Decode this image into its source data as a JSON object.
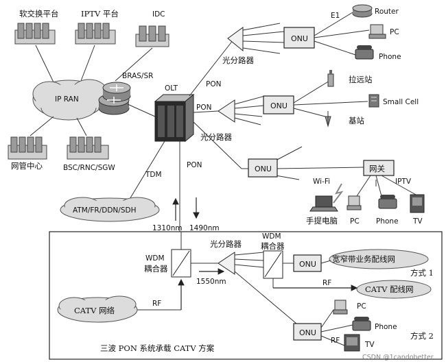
{
  "labels": {
    "softswitch": "软交换平台",
    "iptv_platform": "IPTV 平台",
    "idc": "IDC",
    "ipran": "IP RAN",
    "bras": "BRAS/SR",
    "olt": "OLT",
    "nms": "网管中心",
    "bsc": "BSC/RNC/SGW",
    "tdm": "TDM",
    "atm": "ATM/FR/DDN/SDH",
    "pon1": "PON",
    "pon2": "PON",
    "pon3": "PON",
    "splitter1": "光分路器",
    "splitter2": "光分路器",
    "splitter3": "光分路器",
    "onu1": "ONU",
    "onu2": "ONU",
    "onu3": "ONU",
    "onu4": "ONU",
    "onu5": "ONU",
    "e1": "E1",
    "router": "Router",
    "pc1": "PC",
    "phone1": "Phone",
    "remote_station": "拉远站",
    "small_cell": "Small Cell",
    "base_station": "基站",
    "gateway": "网关",
    "wifi": "Wi-Fi",
    "iptv": "IPTV",
    "laptop": "手提电脑",
    "pc2": "PC",
    "phone2": "Phone",
    "tv1": "TV",
    "wl_1310": "1310nm",
    "wl_1490": "1490nm",
    "wdm1": "WDM",
    "wdm1_sub": "耦合器",
    "wdm2": "WDM",
    "wdm2_sub": "耦合器",
    "wl_1550": "1550nm",
    "catv_net": "CATV 网络",
    "rf1": "RF",
    "rf2": "RF",
    "rf3": "RF",
    "broadband": "宽窄带业务配线网",
    "catv_dist": "CATV 配线网",
    "mode1": "方式 1",
    "mode2": "方式 2",
    "pc3": "PC",
    "phone3": "Phone",
    "tv2": "TV",
    "caption": "三波 PON 系统承载 CATV 方案",
    "watermark": "CSDN @1candobetter"
  },
  "colors": {
    "line": "#333333",
    "cloud": "#dcdcdc",
    "box": "#e9e9e9"
  }
}
